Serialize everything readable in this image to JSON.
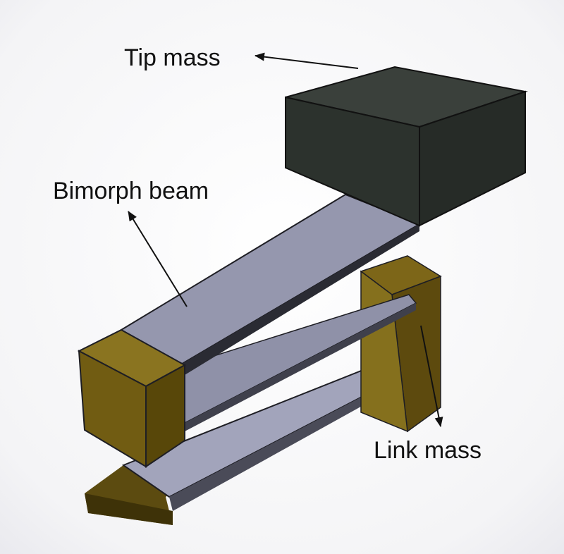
{
  "labels": {
    "tip_mass": "Tip mass",
    "bimorph_beam": "Bimorph beam",
    "link_mass": "Link mass"
  },
  "colors": {
    "tip_mass": "#2f3531",
    "beam": "#9496ad",
    "link_mass": "#6e5a13",
    "background": "#ffffff"
  }
}
